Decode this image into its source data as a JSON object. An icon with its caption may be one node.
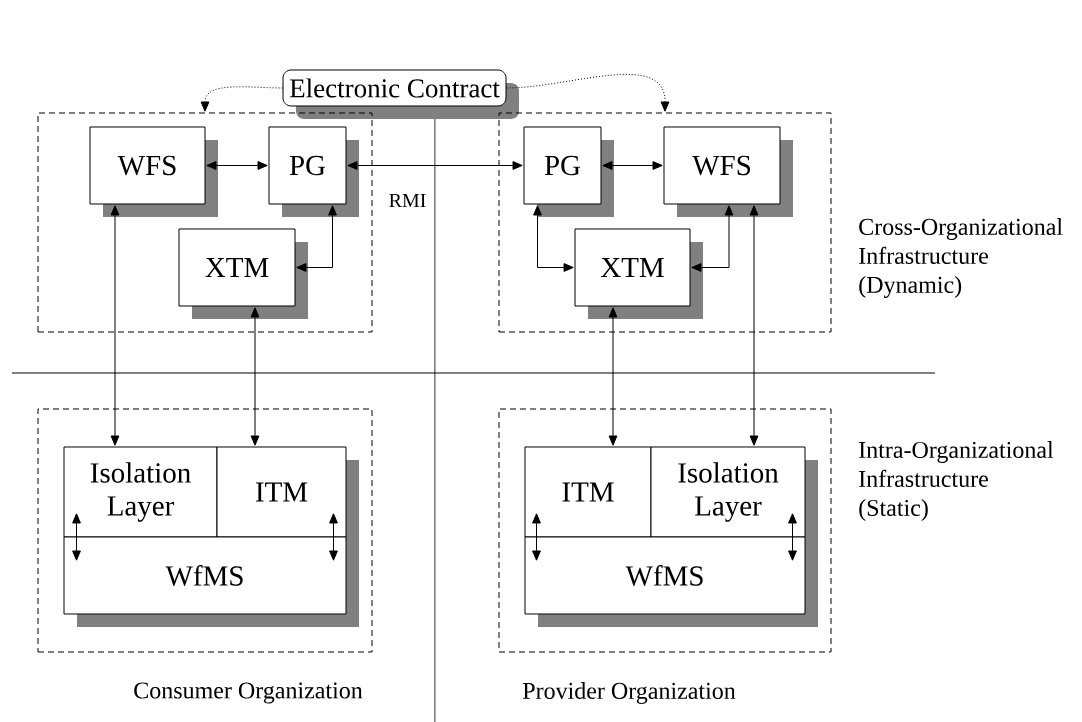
{
  "diagram": {
    "nodes": [
      {
        "text": [
          "Electronic Contract"
        ]
      },
      {
        "text": [],
        "shape": "box"
      },
      {
        "text": [
          "WFS"
        ],
        "in": 1
      },
      {
        "text": [
          "PG"
        ],
        "in": 1
      },
      {
        "text": [
          "XTM"
        ],
        "in": 1
      },
      {
        "text": [],
        "shape": "box"
      },
      {
        "text": [
          "PG"
        ],
        "in": 5
      },
      {
        "text": [
          "WFS"
        ],
        "in": 5
      },
      {
        "text": [
          "XTM"
        ],
        "in": 5
      },
      {
        "text": [],
        "shape": "box"
      },
      {
        "text": [
          "Isolation Layer"
        ],
        "in": 9
      },
      {
        "text": [
          "ITM"
        ],
        "in": 9
      },
      {
        "text": [
          "WfMS"
        ],
        "in": 9
      },
      {
        "text": [],
        "shape": "box"
      },
      {
        "text": [
          "ITM"
        ],
        "in": 13
      },
      {
        "text": [
          "Isolation Layer"
        ],
        "in": 13
      },
      {
        "text": [
          "WfMS"
        ],
        "in": 13
      }
    ],
    "edges": [
      {
        "from": 0,
        "to": 1,
        "arrow": "to",
        "style": "dashed"
      },
      {
        "from": 0,
        "to": 5,
        "arrow": "to",
        "style": "dashed"
      },
      {
        "from": 2,
        "to": 3,
        "arrow": "both"
      },
      {
        "from": 3,
        "to": 6,
        "arrow": "both",
        "label": "RMI"
      },
      {
        "from": 3,
        "to": 4,
        "arrow": "both"
      },
      {
        "from": 6,
        "to": 7,
        "arrow": "both"
      },
      {
        "from": 6,
        "to": 8,
        "arrow": "both"
      },
      {
        "from": 7,
        "to": 8,
        "arrow": "both"
      },
      {
        "from": 2,
        "to": 10,
        "arrow": "both"
      },
      {
        "from": 4,
        "to": 11,
        "arrow": "both"
      },
      {
        "from": 8,
        "to": 14,
        "arrow": "both"
      },
      {
        "from": 7,
        "to": 15,
        "arrow": "both"
      },
      {
        "from": 10,
        "to": 12,
        "arrow": "both"
      },
      {
        "from": 11,
        "to": 12,
        "arrow": "both"
      },
      {
        "from": 14,
        "to": 16,
        "arrow": "both"
      },
      {
        "from": 15,
        "to": 16,
        "arrow": "both"
      }
    ],
    "labels": [
      "Cross-Organizational Infrastructure (Dynamic)",
      "Intra-Organizational Infrastructure (Static)",
      "Consumer Organization",
      "Provider Organization"
    ]
  }
}
